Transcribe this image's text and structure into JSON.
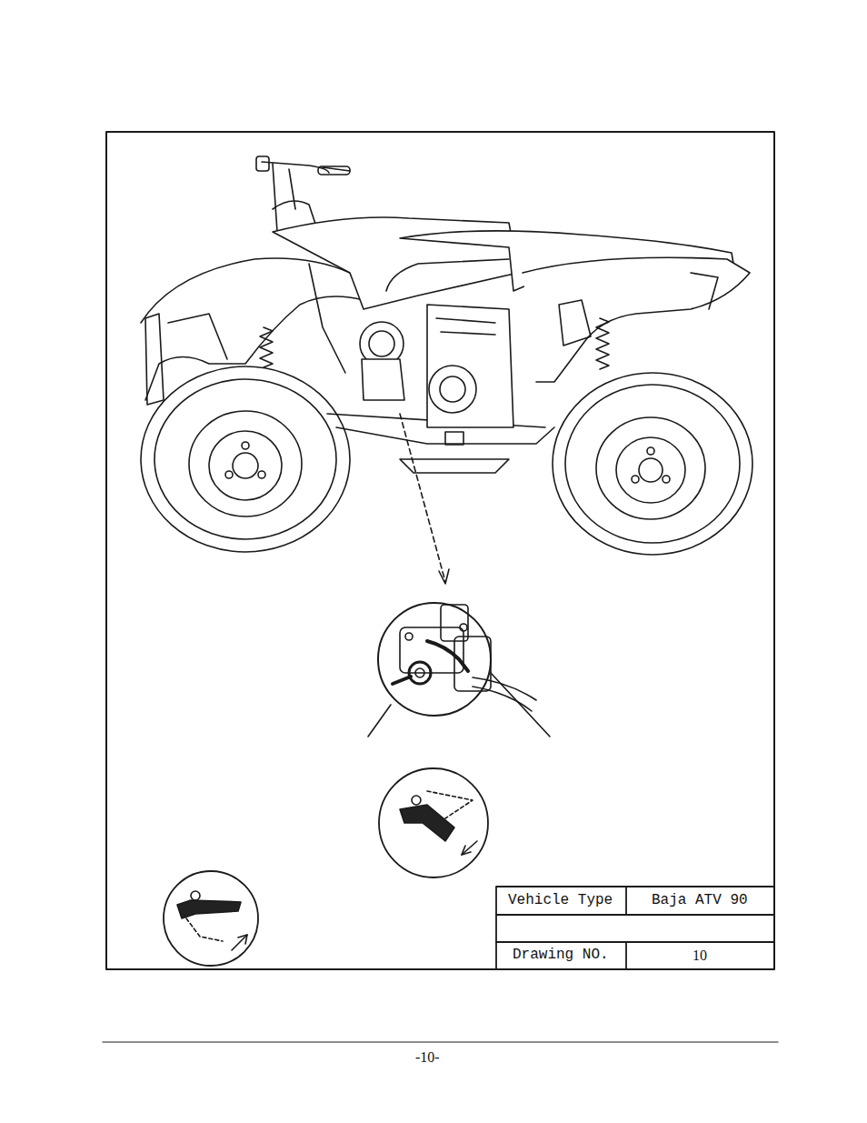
{
  "diagram": {
    "labels": [
      "Vehicle Type",
      "Baja ATV 90",
      "Drawing NO.",
      "10",
      "-10-"
    ]
  }
}
